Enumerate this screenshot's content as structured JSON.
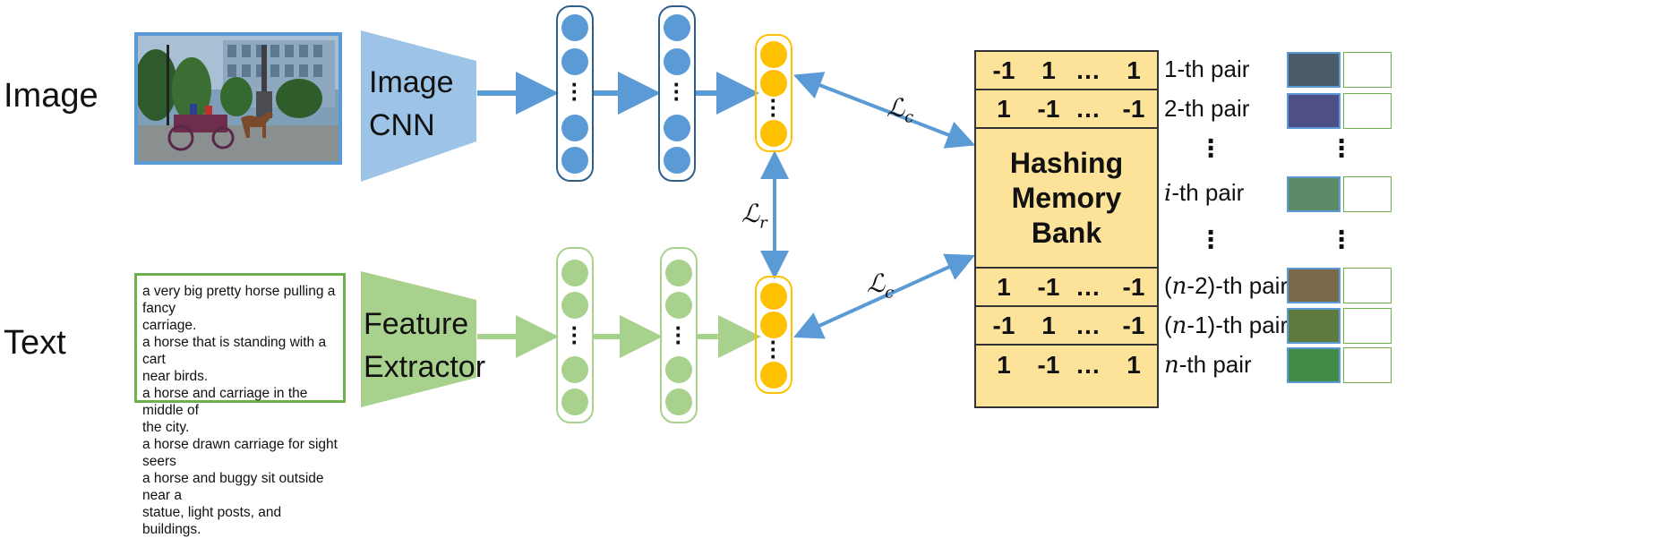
{
  "labels": {
    "image": "Image",
    "text": "Text"
  },
  "image_cnn": {
    "line1": "Image",
    "line2": "CNN"
  },
  "feature_extractor": {
    "line1": "Feature",
    "line2": "Extractor"
  },
  "caption_lines": [
    "a very big pretty horse pulling a fancy",
    "carriage.",
    "a horse that is standing with a cart",
    "near birds.",
    "a horse and carriage in the middle of",
    "the city.",
    "a horse drawn carriage for sight seers",
    "a horse and buggy sit outside near a",
    "statue, light posts, and buildings."
  ],
  "losses": {
    "contrastive": "ℒ",
    "contrastive_sub": "c",
    "recon": "ℒ",
    "recon_sub": "r"
  },
  "bank": {
    "title_lines": [
      "Hashing",
      "Memory",
      "Bank"
    ],
    "top_rows": [
      [
        "-1",
        "1",
        "…",
        "1"
      ],
      [
        "1",
        "-1",
        "…",
        "-1"
      ]
    ],
    "bottom_rows": [
      [
        "1",
        "-1",
        "…",
        "-1"
      ],
      [
        "-1",
        "1",
        "…",
        "-1"
      ],
      [
        "1",
        "-1",
        "…",
        "1"
      ]
    ]
  },
  "pairs": {
    "p1": "1-th pair",
    "p2": "2-th pair",
    "pi": "-th pair",
    "pi_var": "i",
    "pn2": "-2)-th pair",
    "pn1": "-1)-th pair",
    "pn": "-th pair",
    "n_var": "n",
    "open": "("
  },
  "colors": {
    "blue": "#5b9bd5",
    "blue_light": "#9dc3e6",
    "green": "#a9d18e",
    "green_dark": "#6db04d",
    "yellow": "#ffc000",
    "bank": "#fde39a"
  }
}
